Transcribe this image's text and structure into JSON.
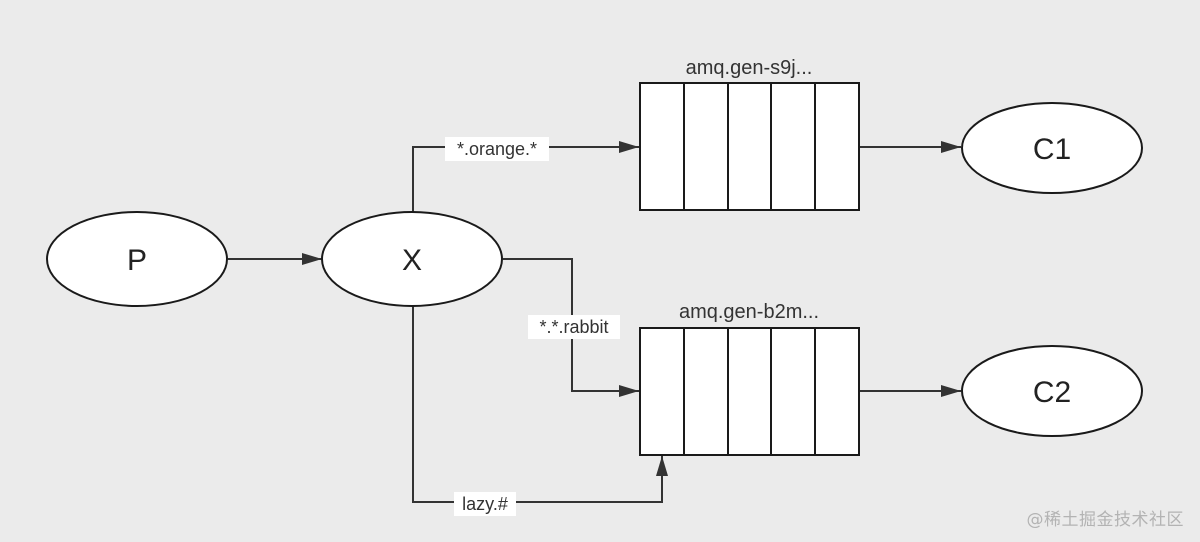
{
  "nodes": {
    "producer": "P",
    "exchange": "X",
    "consumer1": "C1",
    "consumer2": "C2"
  },
  "queues": {
    "queue1": "amq.gen-s9j...",
    "queue2": "amq.gen-b2m..."
  },
  "bindings": {
    "orange": "*.orange.*",
    "rabbit": "*.*.rabbit",
    "lazy": "lazy.#"
  },
  "watermark": "@稀土掘金技术社区",
  "colors": {
    "background": "#ebebeb",
    "node_fill": "#ffffff",
    "stroke": "#1a1a1a"
  }
}
